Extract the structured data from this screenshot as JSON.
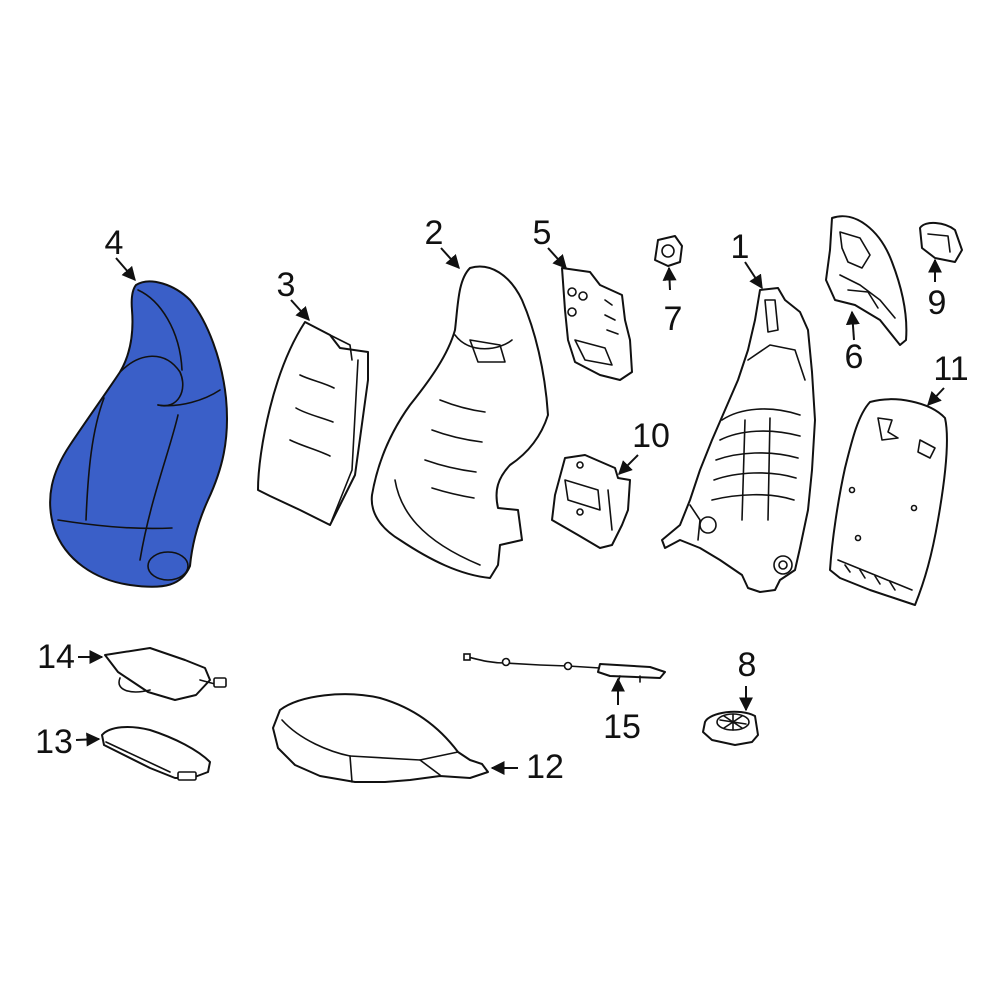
{
  "diagram": {
    "highlight_color": "#3a5fc8",
    "line_color": "#111111",
    "background": "#ffffff",
    "selected_part": "4",
    "callouts": [
      {
        "id": "c1",
        "label": "1"
      },
      {
        "id": "c2",
        "label": "2"
      },
      {
        "id": "c3",
        "label": "3"
      },
      {
        "id": "c4",
        "label": "4"
      },
      {
        "id": "c5",
        "label": "5"
      },
      {
        "id": "c6",
        "label": "6"
      },
      {
        "id": "c7",
        "label": "7"
      },
      {
        "id": "c8",
        "label": "8"
      },
      {
        "id": "c9",
        "label": "9"
      },
      {
        "id": "c10",
        "label": "10"
      },
      {
        "id": "c11",
        "label": "11"
      },
      {
        "id": "c12",
        "label": "12"
      },
      {
        "id": "c13",
        "label": "13"
      },
      {
        "id": "c14",
        "label": "14"
      },
      {
        "id": "c15",
        "label": "15"
      }
    ]
  }
}
